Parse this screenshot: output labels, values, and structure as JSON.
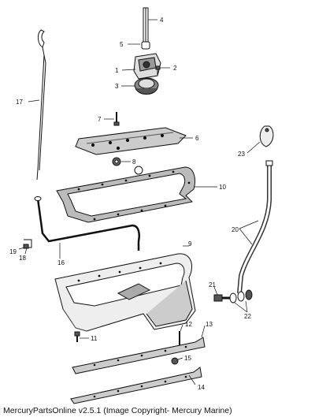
{
  "diagram": {
    "callouts": [
      "1",
      "2",
      "3",
      "4",
      "5",
      "6",
      "7",
      "8",
      "9",
      "10",
      "11",
      "12",
      "13",
      "14",
      "15",
      "16",
      "17",
      "18",
      "19",
      "20",
      "21",
      "22",
      "23"
    ]
  },
  "footer": {
    "text": "MercuryPartsOnline v2.5.1 (Image Copyright- Mercury Marine)"
  }
}
